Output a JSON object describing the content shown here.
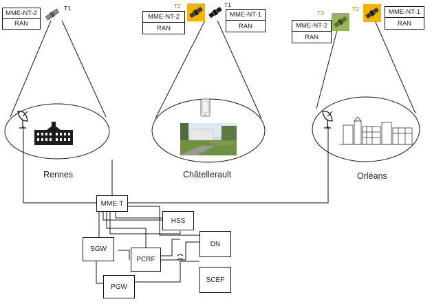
{
  "sites": [
    {
      "city": "Rennes",
      "cards": [
        {
          "mme": "MME-NT-2",
          "ran": "RAN"
        }
      ],
      "satellites": [
        {
          "label": "T1",
          "highlight": "none",
          "icon": "satellite-icon"
        }
      ]
    },
    {
      "city": "Châtellerault",
      "cards": [
        {
          "mme": "MME-NT-2",
          "ran": "RAN"
        },
        {
          "mme": "MME-NT-1",
          "ran": "RAN"
        }
      ],
      "satellites": [
        {
          "label": "T2",
          "highlight": "gold",
          "icon": "satellite-icon"
        },
        {
          "label": "T1",
          "highlight": "none",
          "icon": "satellite-icon"
        }
      ]
    },
    {
      "city": "Orléans",
      "cards": [
        {
          "mme": "MME-NT-2",
          "ran": "RAN"
        },
        {
          "mme": "MME-NT-1",
          "ran": "RAN"
        }
      ],
      "satellites": [
        {
          "label": "T3",
          "highlight": "green",
          "icon": "satellite-icon"
        },
        {
          "label": "T2",
          "highlight": "gold",
          "icon": "satellite-icon"
        }
      ]
    }
  ],
  "core": {
    "mme": "MME-T",
    "hss": "HSS",
    "sgw": "SGW",
    "pcrf": "PCRF",
    "dn": "DN",
    "pgw": "PGW",
    "scef": "SCEF"
  },
  "colors": {
    "gold": "#f2b400",
    "green": "#96b55a",
    "gold_text": "#b8860b",
    "green_text": "#7a9a3a"
  }
}
